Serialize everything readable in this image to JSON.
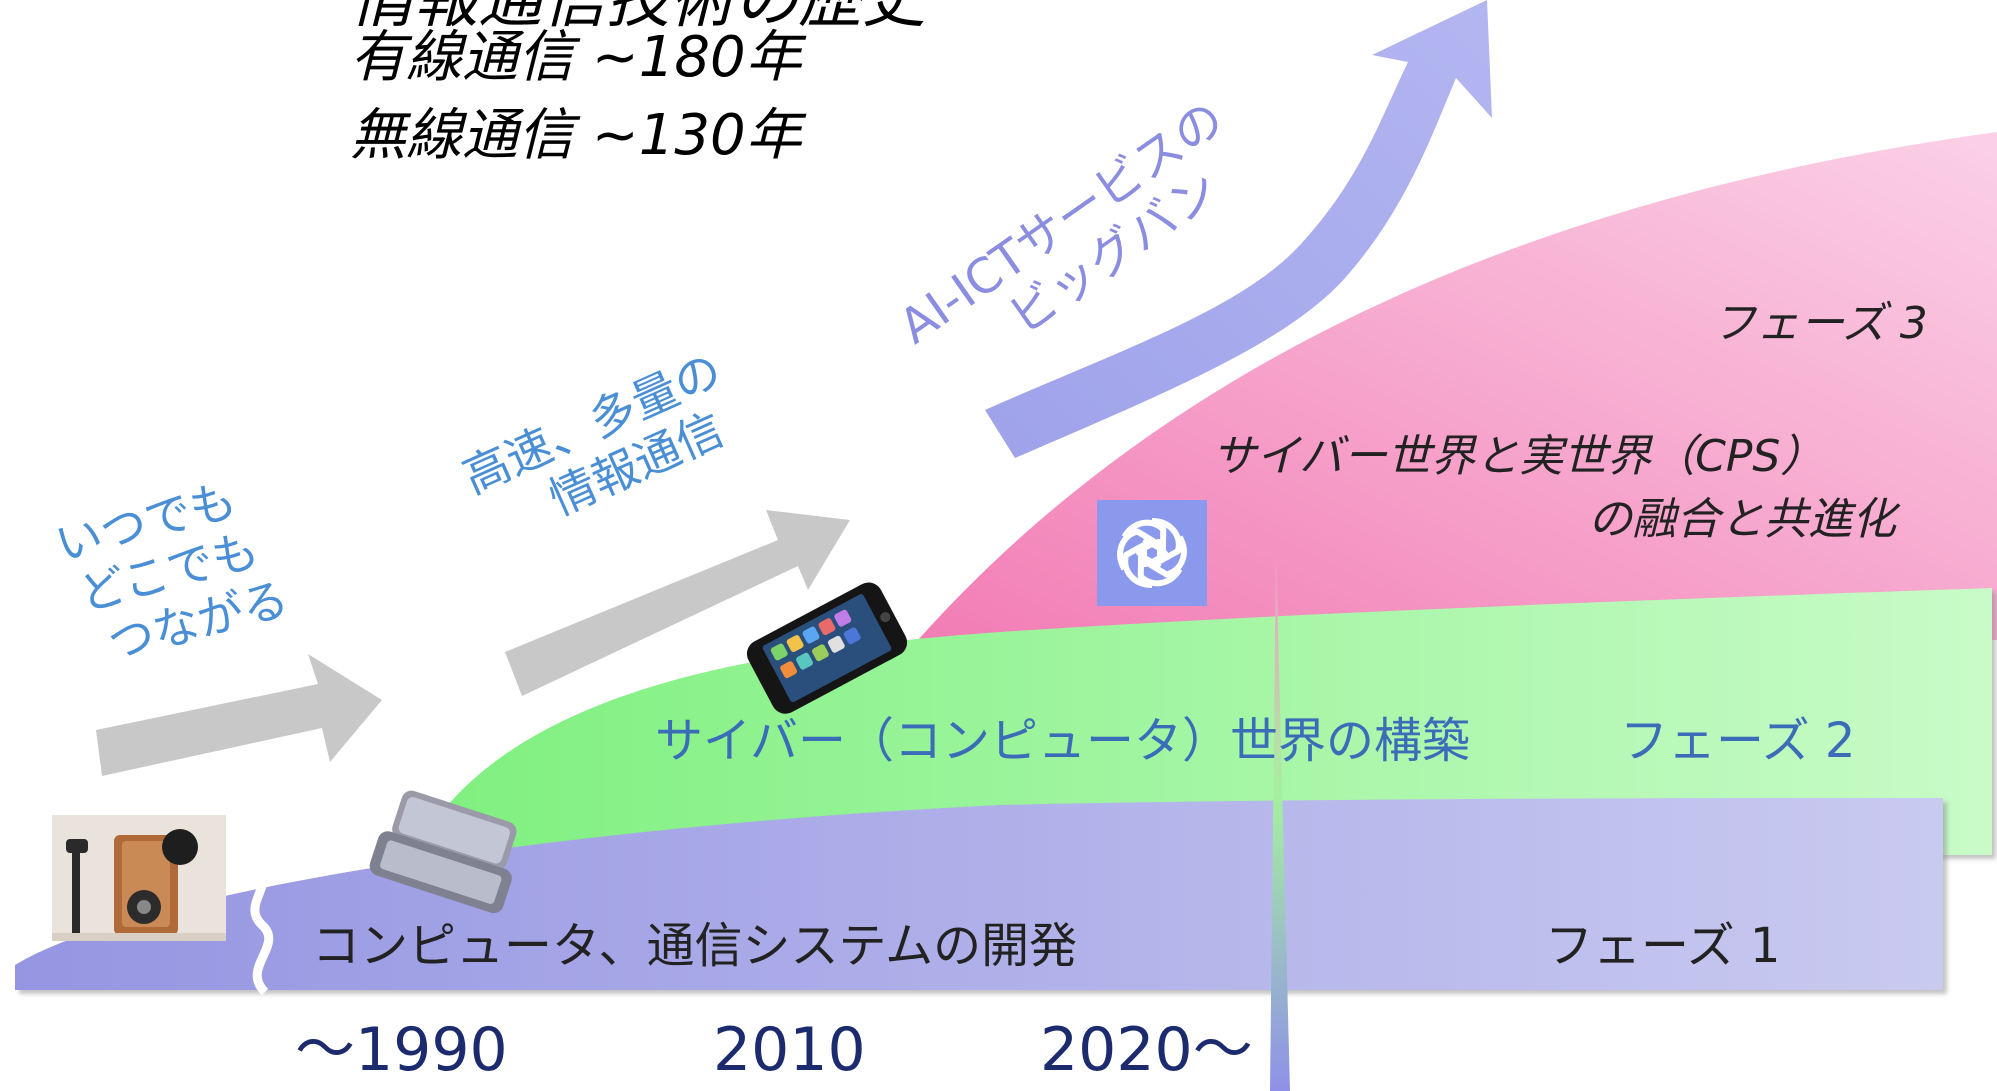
{
  "title": {
    "partial": "情報通信技術の歴史",
    "history_wired": "有線通信 ~180年",
    "history_wireless": "無線通信 ~130年"
  },
  "labels": {
    "anytime_line1": "いつでも",
    "anytime_line2": "どこでも",
    "anytime_line3": "つながる",
    "speed_line1": "高速、多量の",
    "speed_line2": "情報通信",
    "bigbang_line1": "AI-ICTサービスの",
    "bigbang_line2": "ビッグバン"
  },
  "phases": [
    {
      "name": "フェーズ 1",
      "description": "コンピュータ、通信システムの開発",
      "color": "#a6a8e6"
    },
    {
      "name": "フェーズ 2",
      "description": "サイバー（コンピュータ）世界の構築",
      "color": "#9af29a"
    },
    {
      "name": "フェーズ 3",
      "description_line1": "サイバー世界と実世界（CPS）",
      "description_line2": "の融合と共進化",
      "color": "#f79ac8"
    }
  ],
  "timeline": [
    "～1990",
    "2010",
    "2020～"
  ],
  "colors": {
    "label_blue": "#4a8fd6",
    "bigbang_purple": "#8a8de0",
    "gray_arrow": "#c8c8c8",
    "year_text": "#1c2b6e"
  },
  "icons": [
    "telephone-icon",
    "flip-phone-icon",
    "smartphone-icon",
    "openai-logo-icon"
  ]
}
